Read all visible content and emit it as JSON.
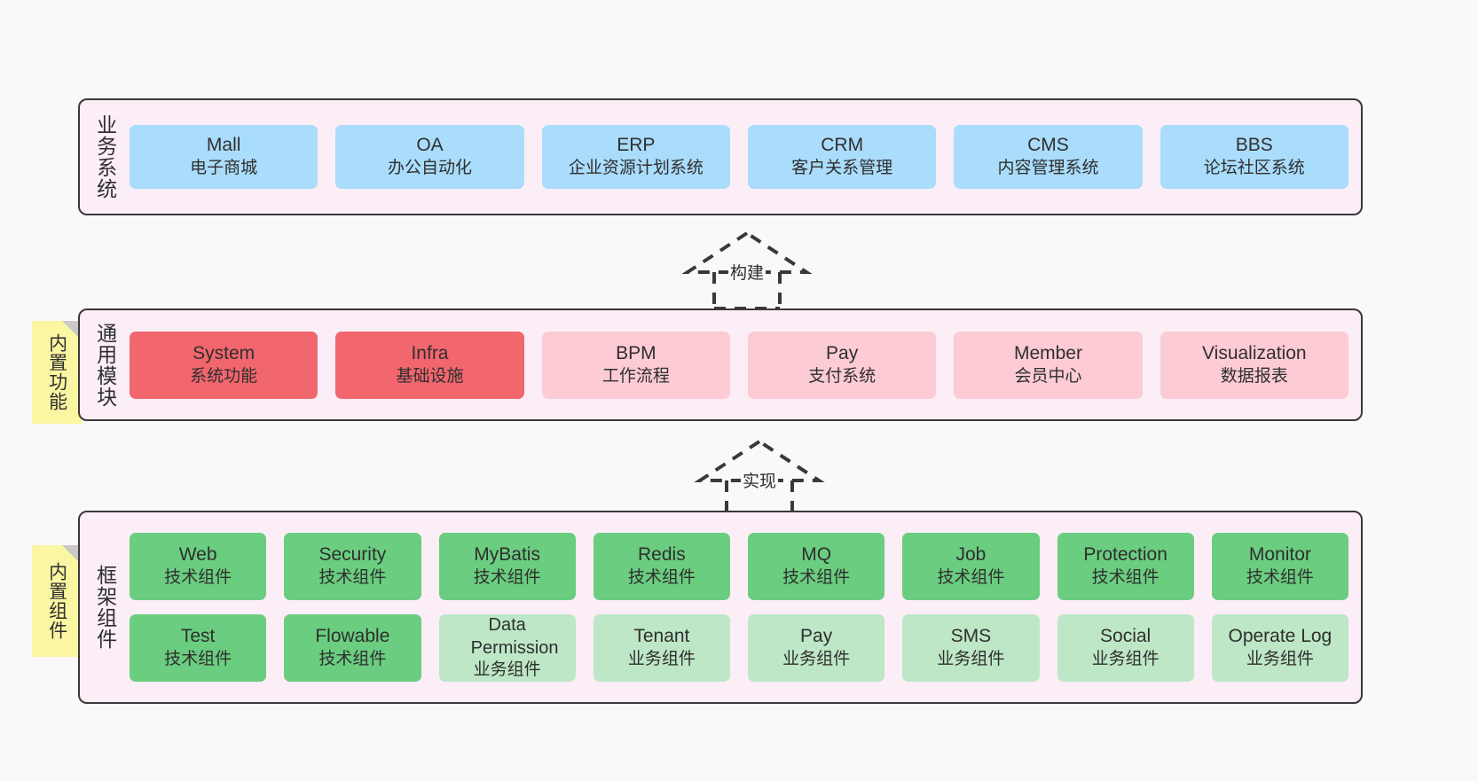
{
  "diagram": {
    "title": "ruoyi-vue-pro architecture layers",
    "colors": {
      "canvas": "#f9f9f9",
      "layer_bg": "#fbeef7",
      "layer_border": "#3d3838",
      "business": "#aadcfb",
      "module_core": "#f2666e",
      "module_opt": "#fccbd4",
      "framework_tech": "#6acd7f",
      "framework_biz": "#bde7c6",
      "sticky": "#fbf6a2"
    }
  },
  "layers": [
    {
      "id": "business-system",
      "title": "业务系统",
      "rows": [
        {
          "nodes": [
            {
              "en": "Mall",
              "cn": "电子商城",
              "style": "c-blue"
            },
            {
              "en": "OA",
              "cn": "办公自动化",
              "style": "c-blue"
            },
            {
              "en": "ERP",
              "cn": "企业资源计划系统",
              "style": "c-blue"
            },
            {
              "en": "CRM",
              "cn": "客户关系管理",
              "style": "c-blue"
            },
            {
              "en": "CMS",
              "cn": "内容管理系统",
              "style": "c-blue"
            },
            {
              "en": "BBS",
              "cn": "论坛社区系统",
              "style": "c-blue"
            }
          ]
        }
      ]
    },
    {
      "id": "common-module",
      "title": "通用模块",
      "sticky": "内置功能",
      "rows": [
        {
          "nodes": [
            {
              "en": "System",
              "cn": "系统功能",
              "style": "c-red"
            },
            {
              "en": "Infra",
              "cn": "基础设施",
              "style": "c-red"
            },
            {
              "en": "BPM",
              "cn": "工作流程",
              "style": "c-pink"
            },
            {
              "en": "Pay",
              "cn": "支付系统",
              "style": "c-pink"
            },
            {
              "en": "Member",
              "cn": "会员中心",
              "style": "c-pink"
            },
            {
              "en": "Visualization",
              "cn": "数据报表",
              "style": "c-pink"
            }
          ]
        }
      ]
    },
    {
      "id": "framework-component",
      "title": "框架组件",
      "sticky": "内置组件",
      "rows": [
        {
          "nodes": [
            {
              "en": "Web",
              "cn": "技术组件",
              "style": "c-green"
            },
            {
              "en": "Security",
              "cn": "技术组件",
              "style": "c-green"
            },
            {
              "en": "MyBatis",
              "cn": "技术组件",
              "style": "c-green"
            },
            {
              "en": "Redis",
              "cn": "技术组件",
              "style": "c-green"
            },
            {
              "en": "MQ",
              "cn": "技术组件",
              "style": "c-green"
            },
            {
              "en": "Job",
              "cn": "技术组件",
              "style": "c-green"
            },
            {
              "en": "Protection",
              "cn": "技术组件",
              "style": "c-green"
            },
            {
              "en": "Monitor",
              "cn": "技术组件",
              "style": "c-green"
            }
          ]
        },
        {
          "nodes": [
            {
              "en": "Test",
              "cn": "技术组件",
              "style": "c-green"
            },
            {
              "en": "Flowable",
              "cn": "技术组件",
              "style": "c-green"
            },
            {
              "en": "Data Permission",
              "cn": "业务组件",
              "style": "c-lgreen"
            },
            {
              "en": "Tenant",
              "cn": "业务组件",
              "style": "c-lgreen"
            },
            {
              "en": "Pay",
              "cn": "业务组件",
              "style": "c-lgreen"
            },
            {
              "en": "SMS",
              "cn": "业务组件",
              "style": "c-lgreen"
            },
            {
              "en": "Social",
              "cn": "业务组件",
              "style": "c-lgreen"
            },
            {
              "en": "Operate Log",
              "cn": "业务组件",
              "style": "c-lgreen"
            }
          ]
        }
      ]
    }
  ],
  "connectors": [
    {
      "id": "build",
      "label": "构建"
    },
    {
      "id": "implement",
      "label": "实现"
    }
  ]
}
